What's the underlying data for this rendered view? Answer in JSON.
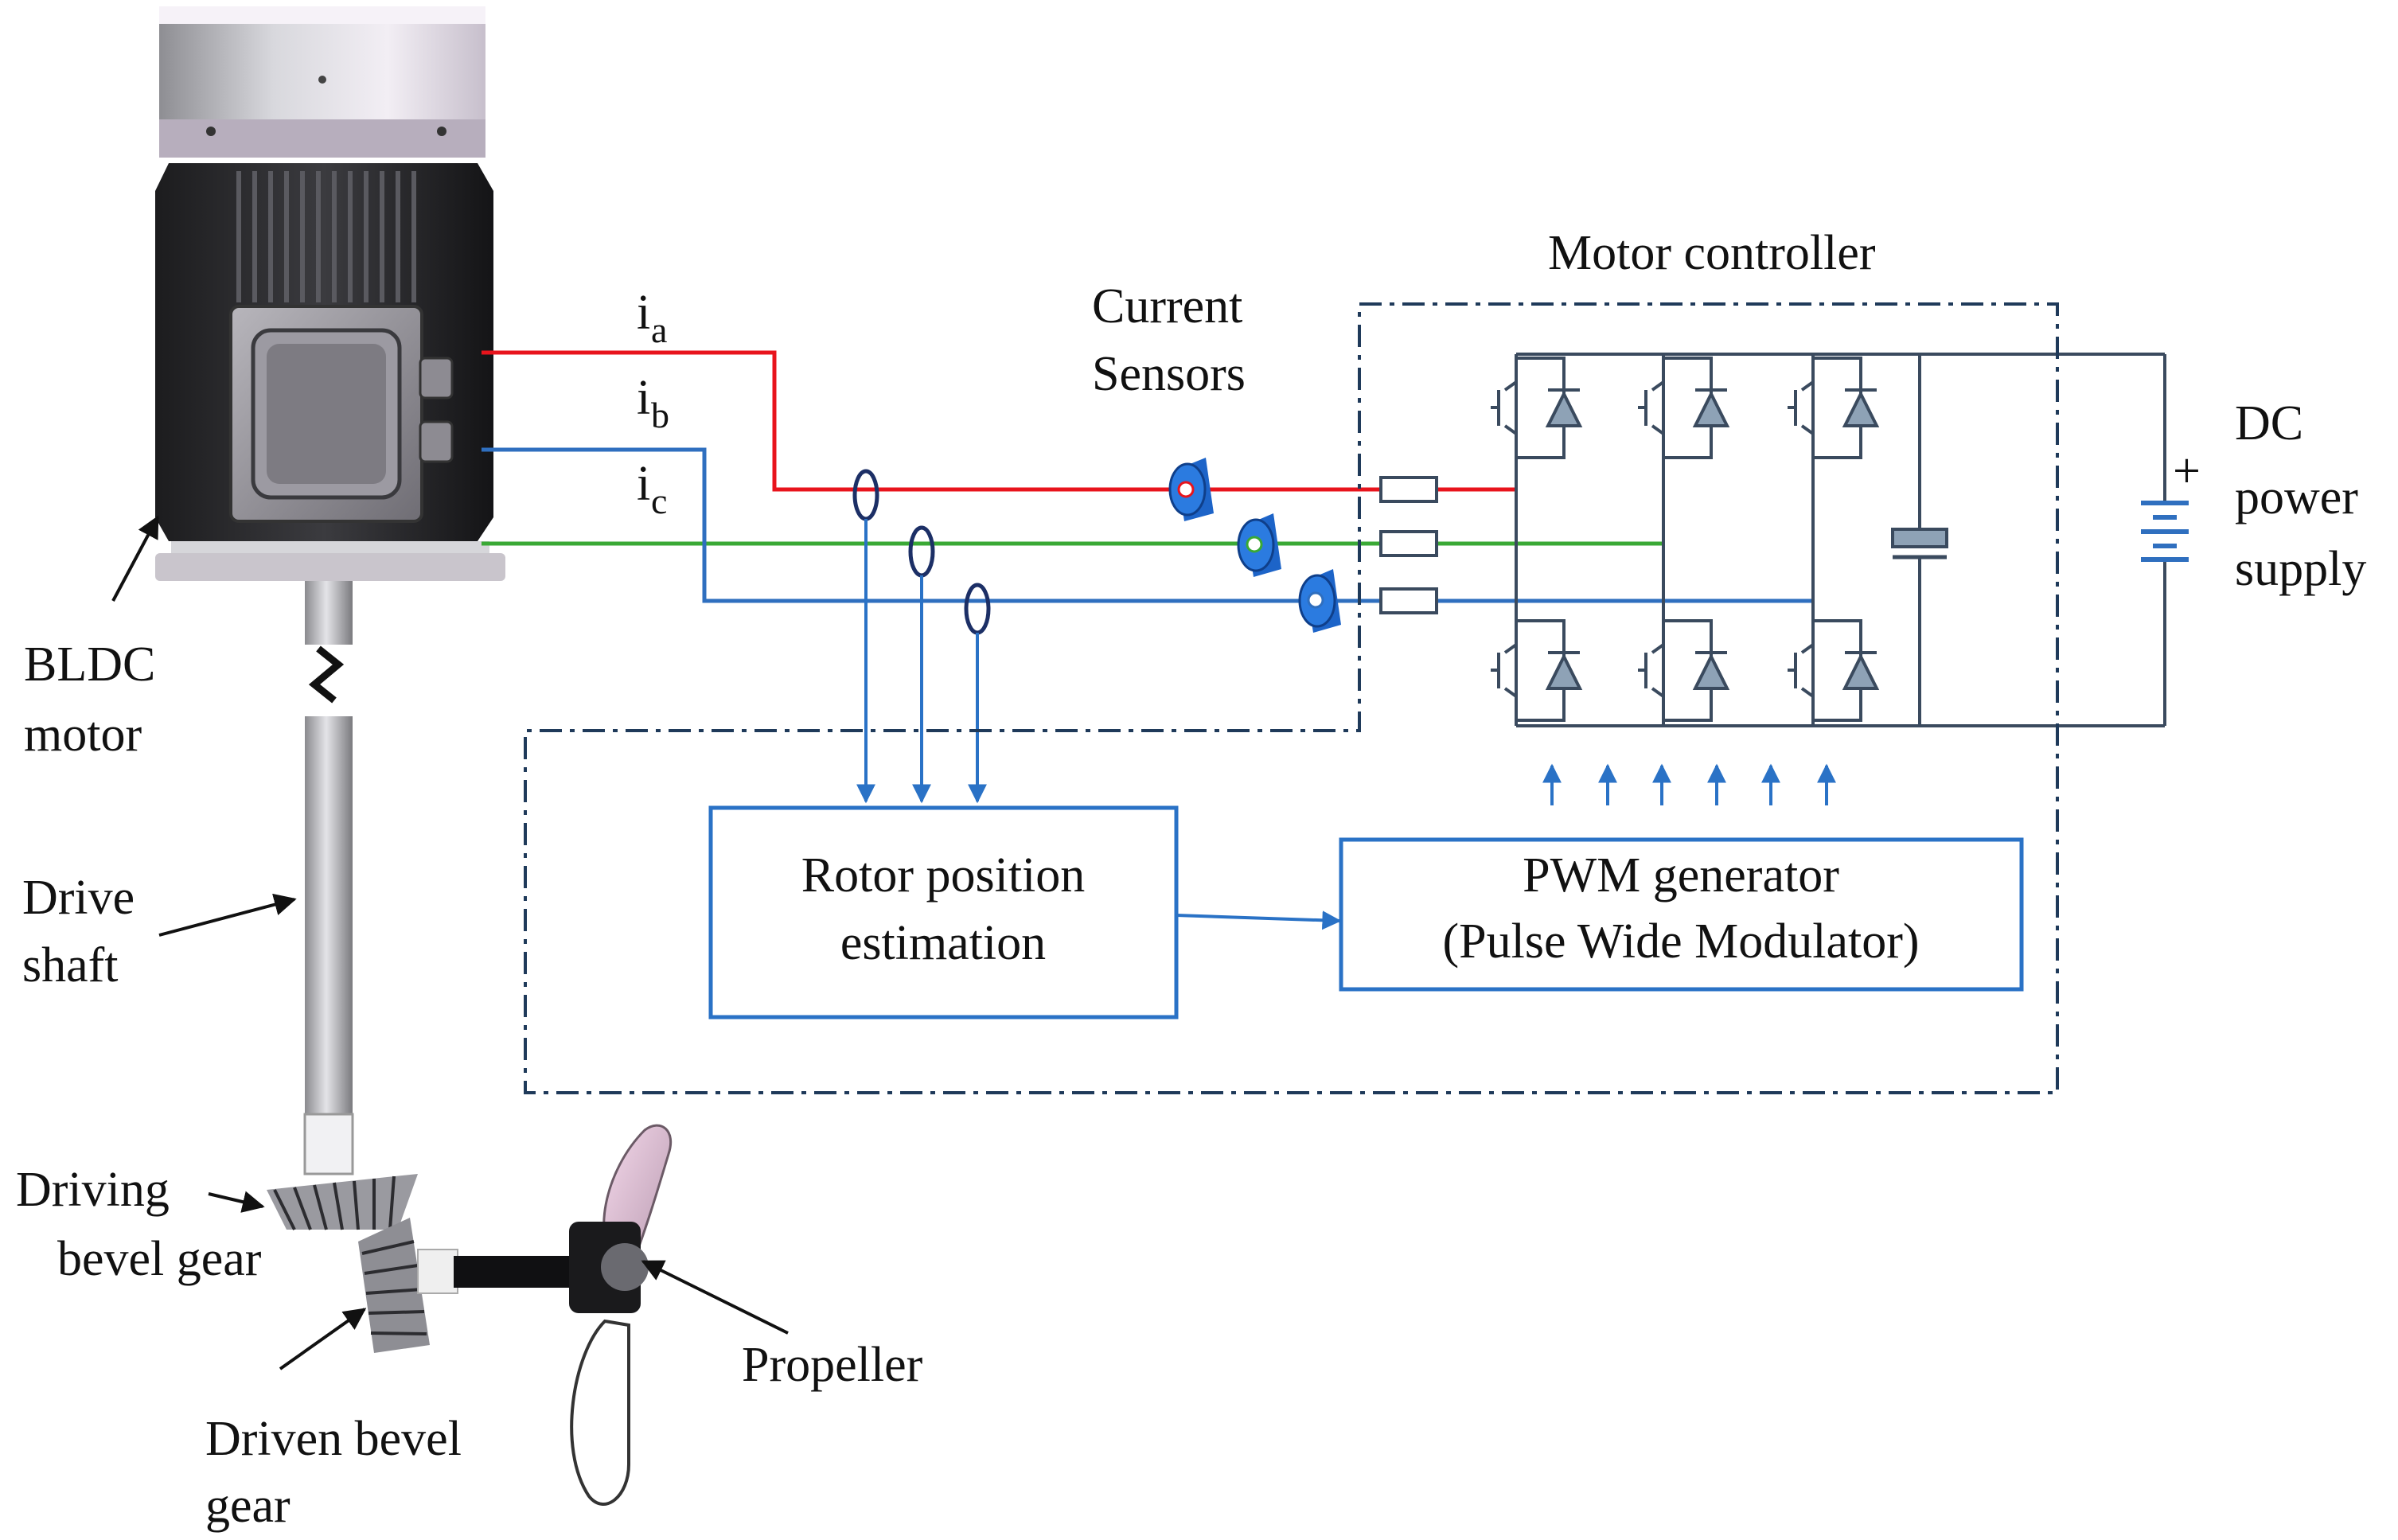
{
  "labels": {
    "motor_controller": "Motor controller",
    "current_sensors_line1": "Current",
    "current_sensors_line2": "Sensors",
    "ia_main": "i",
    "ia_sub": "a",
    "ib_main": "i",
    "ib_sub": "b",
    "ic_main": "i",
    "ic_sub": "c",
    "dc_line1": "DC",
    "dc_line2": "power",
    "dc_line3": "supply",
    "plus": "+",
    "bldc_line1": "BLDC",
    "bldc_line2": "motor",
    "drive_line1": "Drive",
    "drive_line2": "shaft",
    "driving_line1": "Driving",
    "driving_line2": "bevel gear",
    "driven_line1": "Driven bevel",
    "driven_line2": "gear",
    "propeller": "Propeller",
    "rotor_line1": "Rotor position",
    "rotor_line2": "estimation",
    "pwm_line1": "PWM generator",
    "pwm_line2": "(Pulse Wide Modulator)"
  },
  "colors": {
    "phase_a": "#e8141c",
    "phase_b": "#3aa935",
    "phase_c": "#2f6fbf",
    "signal": "#2a72c6",
    "circuit": "#3a4a5e",
    "dashed_box": "#1f3a5a",
    "sensor_ring": "#1c2f66",
    "sensor_body": "#1d64c8"
  },
  "icons": [
    "bldc-motor-illustration",
    "drive-shaft",
    "bevel-gears",
    "propeller",
    "current-sensor",
    "igbt-switch",
    "diode",
    "capacitor",
    "battery"
  ]
}
